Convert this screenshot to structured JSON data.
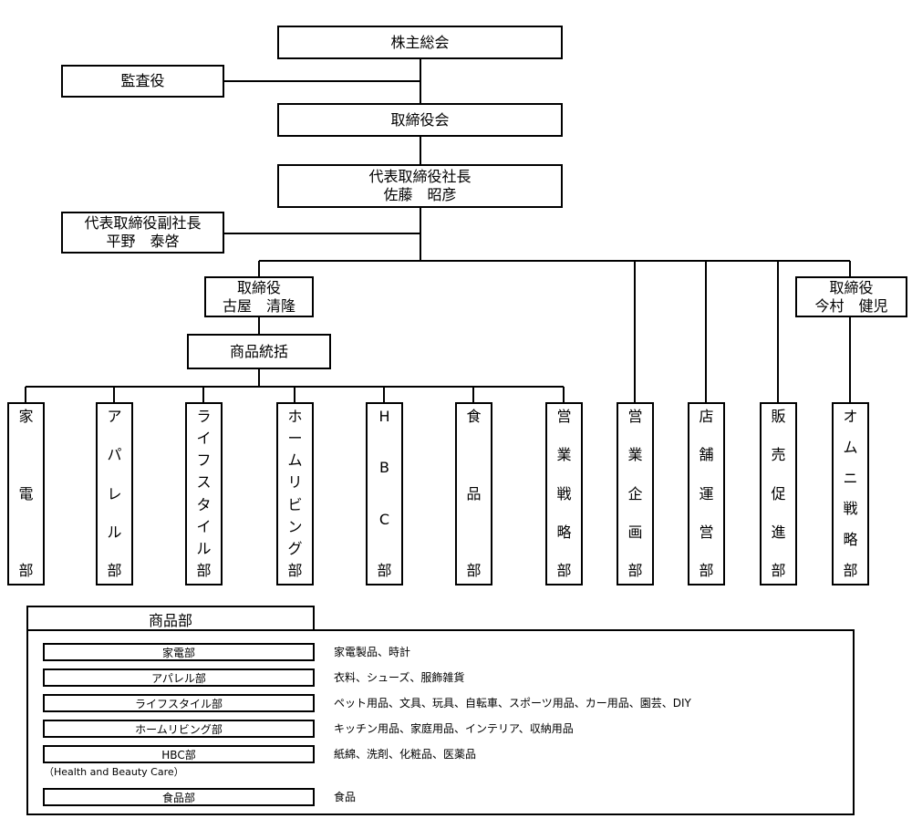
{
  "executive": {
    "shareholders": "株主総会",
    "auditor": "監査役",
    "board": "取締役会",
    "president": {
      "title": "代表取締役社長",
      "name": "佐藤　昭彦"
    },
    "vice_president": {
      "title": "代表取締役副社長",
      "name": "平野　泰啓"
    },
    "director_furuya": {
      "title": "取締役",
      "name": "古屋　清隆"
    },
    "merch_control": "商品統括",
    "director_imamura": {
      "title": "取締役",
      "name": "今村　健児"
    }
  },
  "departments": [
    {
      "chars": [
        "家",
        "電",
        "部"
      ]
    },
    {
      "chars": [
        "ア",
        "パ",
        "レ",
        "ル",
        "部"
      ]
    },
    {
      "chars": [
        "ラ",
        "イ",
        "フ",
        "ス",
        "タ",
        "イ",
        "ル",
        "部"
      ]
    },
    {
      "chars": [
        "ホ",
        "ー",
        "ム",
        "リ",
        "ビ",
        "ン",
        "グ",
        "部"
      ]
    },
    {
      "chars": [
        "H",
        "B",
        "C",
        "部"
      ]
    },
    {
      "chars": [
        "食",
        "品",
        "部"
      ]
    },
    {
      "chars": [
        "営",
        "業",
        "戦",
        "略",
        "部"
      ]
    },
    {
      "chars": [
        "営",
        "業",
        "企",
        "画",
        "部"
      ]
    },
    {
      "chars": [
        "店",
        "舗",
        "運",
        "営",
        "部"
      ]
    },
    {
      "chars": [
        "販",
        "売",
        "促",
        "進",
        "部"
      ]
    },
    {
      "chars": [
        "オ",
        "ム",
        "ニ",
        "戦",
        "略",
        "部"
      ]
    }
  ],
  "legend": {
    "title": "商品部",
    "rows": [
      {
        "label": "家電部",
        "desc": "家電製品、時計"
      },
      {
        "label": "アパレル部",
        "desc": "衣料、シューズ、服飾雑貨"
      },
      {
        "label": "ライフスタイル部",
        "desc": "ペット用品、文具、玩具、自転車、スポーツ用品、カー用品、園芸、DIY"
      },
      {
        "label": "ホームリビング部",
        "desc": "キッチン用品、家庭用品、インテリア、収納用品"
      },
      {
        "label": "HBC部",
        "desc": "紙綿、洗剤、化粧品、医薬品"
      },
      {
        "label": "食品部",
        "desc": "食品"
      }
    ],
    "note": "（Health and Beauty Care）"
  }
}
